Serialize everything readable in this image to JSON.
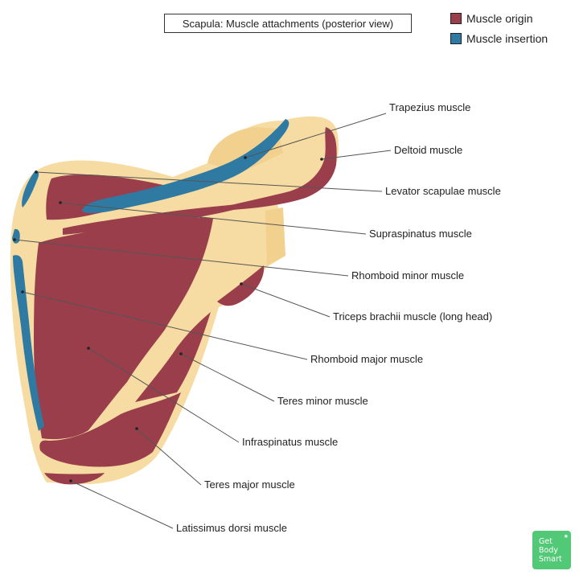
{
  "title": "Scapula: Muscle attachments (posterior view)",
  "legend": [
    {
      "label": "Muscle origin",
      "color": "#9a3e4c"
    },
    {
      "label": "Muscle insertion",
      "color": "#2f7aa3"
    }
  ],
  "colors": {
    "bone": "#f6dca2",
    "bone_shade": "#f2d08e",
    "origin": "#9a3e4c",
    "insertion": "#2f7aa3",
    "leader": "#555555",
    "logo": "#52c977"
  },
  "labels": [
    {
      "key": "trapezius",
      "text": "Trapezius muscle"
    },
    {
      "key": "deltoid",
      "text": "Deltoid muscle"
    },
    {
      "key": "levator",
      "text": "Levator scapulae muscle"
    },
    {
      "key": "supraspinatus",
      "text": "Supraspinatus muscle"
    },
    {
      "key": "rhomboid-minor",
      "text": "Rhomboid minor muscle"
    },
    {
      "key": "triceps",
      "text": "Triceps brachii muscle (long head)"
    },
    {
      "key": "rhomboid-major",
      "text": "Rhomboid major muscle"
    },
    {
      "key": "teres-minor",
      "text": "Teres minor muscle"
    },
    {
      "key": "infraspinatus",
      "text": "Infraspinatus muscle"
    },
    {
      "key": "teres-major",
      "text": "Teres major muscle"
    },
    {
      "key": "latissimus",
      "text": "Latissimus dorsi muscle"
    }
  ],
  "logo": {
    "lines": [
      "Get",
      "Body",
      "Smart"
    ],
    "icon": "star-icon"
  }
}
